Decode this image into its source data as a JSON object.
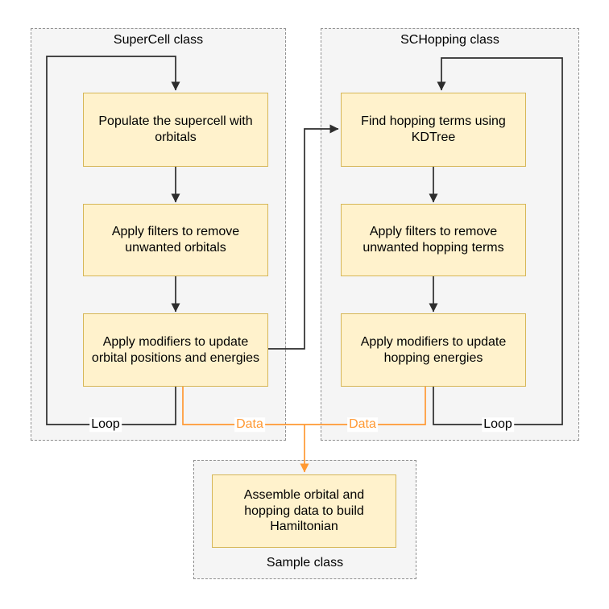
{
  "supercell": {
    "title": "SuperCell class",
    "steps": [
      "Populate the supercell with orbitals",
      "Apply filters to remove unwanted orbitals",
      "Apply modifiers to update orbital positions and energies"
    ],
    "loop_label": "Loop"
  },
  "schopping": {
    "title": "SCHopping class",
    "steps": [
      "Find hopping terms using KDTree",
      "Apply filters to remove unwanted hopping terms",
      "Apply modifiers to update hopping energies"
    ],
    "loop_label": "Loop"
  },
  "sample": {
    "title": "Sample class",
    "steps": [
      "Assemble orbital and hopping data to build Hamiltonian"
    ]
  },
  "edge_labels": {
    "left_data": "Data",
    "right_data": "Data"
  },
  "colors": {
    "node_fill": "#FFF2CC",
    "node_border": "#D6B656",
    "container_fill": "#F5F5F5",
    "container_border": "#8F8F8F",
    "flow_edge": "#2D2D2D",
    "data_edge": "#FF9933"
  }
}
